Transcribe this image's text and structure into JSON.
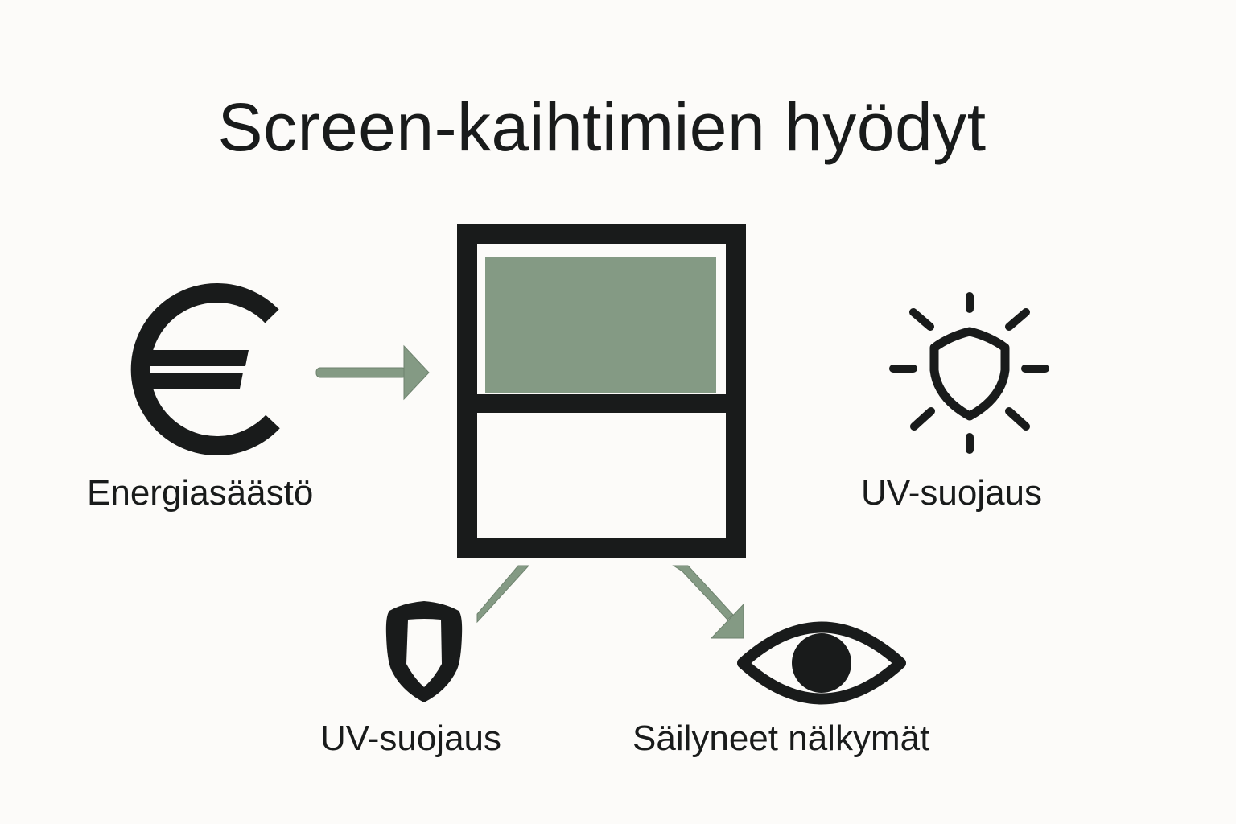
{
  "title": "Screen-kaihtimien hyödyt",
  "colors": {
    "background": "#fcfbf9",
    "ink": "#191b1b",
    "accent_green": "#849a84"
  },
  "center": {
    "icon": "window-with-screen-blind-icon",
    "description": "Window frame with lowered green screen blind covering upper pane"
  },
  "benefits": [
    {
      "id": "energy",
      "label": "Energiasäästö",
      "icon": "euro-icon",
      "position": "left"
    },
    {
      "id": "uv-top",
      "label": "UV-suojaus",
      "icon": "sun-shield-icon",
      "position": "right"
    },
    {
      "id": "uv-bottom",
      "label": "UV-suojaus",
      "icon": "shield-icon",
      "position": "bottom-left"
    },
    {
      "id": "views",
      "label": "Säilyneet nälkymät",
      "icon": "eye-icon",
      "position": "bottom-right"
    }
  ],
  "connectors": [
    {
      "from": "energy",
      "to": "center",
      "icon": "arrow-right-icon"
    },
    {
      "from": "center",
      "to": "uv-bottom",
      "icon": "line-connector"
    },
    {
      "from": "center",
      "to": "views",
      "icon": "arrow-down-right-icon"
    }
  ]
}
